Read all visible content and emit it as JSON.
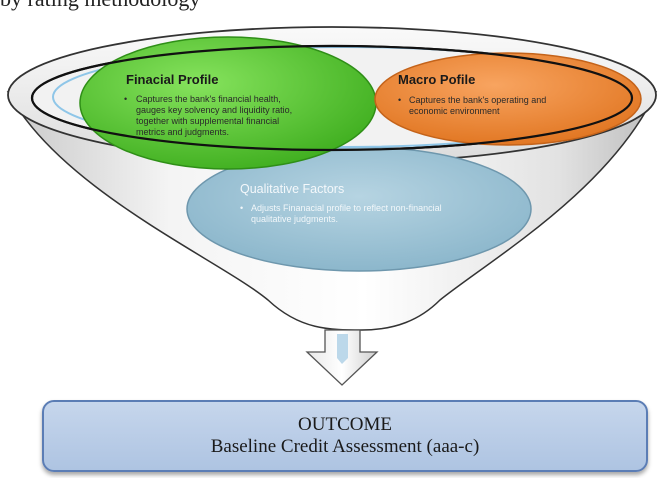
{
  "caption_fragment": "by rating methodology",
  "financial_profile": {
    "title": "Finacial Profile",
    "bullet": "•",
    "lines": [
      "Captures the bank's financial health,",
      "gauges key solvency and liquidity ratio,",
      "together with supplemental financial",
      "metrics and judgments."
    ]
  },
  "macro_profile": {
    "title": "Macro Pofile",
    "bullet": "•",
    "lines": [
      "Captures the bank's operating and",
      "economic environment"
    ]
  },
  "qualitative_factors": {
    "title": "Qualitative Factors",
    "bullet": "•",
    "lines": [
      "Adjusts Finanacial profile to reflect non-financial",
      "qualitative judgments."
    ]
  },
  "outcome": {
    "title": "OUTCOME",
    "subtitle": "Baseline Credit Assessment (aaa-c)"
  },
  "colors": {
    "financial_fill": "#5ed235",
    "macro_fill": "#f08a3b",
    "qualitative_fill": "#9fc3d6",
    "outline": "#1a1a1a",
    "outcome_fill": "#b9cce6",
    "outcome_border": "#5b7db5"
  }
}
